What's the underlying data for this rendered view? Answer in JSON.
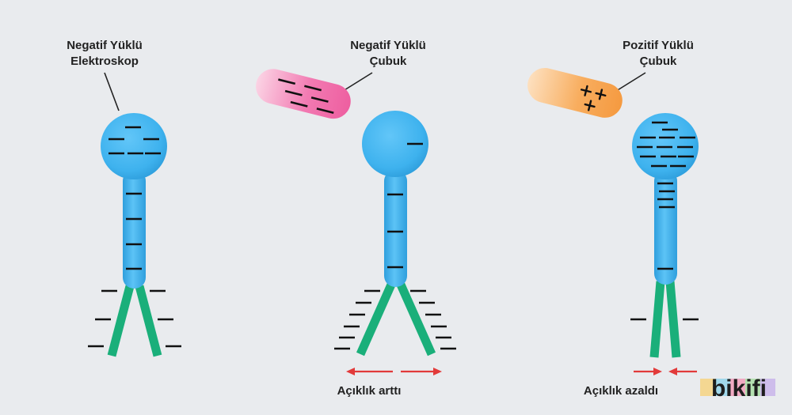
{
  "panels": {
    "left": {
      "label_line1": "Negatif Yüklü",
      "label_line2": "Elektroskop"
    },
    "middle": {
      "label_line1": "Negatif Yüklü",
      "label_line2": "Çubuk",
      "caption": "Açıklık arttı"
    },
    "right": {
      "label_line1": "Pozitif Yüklü",
      "label_line2": "Çubuk",
      "caption": "Açıklık azaldı"
    }
  },
  "logo": {
    "text": "bikifi"
  },
  "colors": {
    "sphere": "#3eb2ee",
    "leaves": "#1aaf7a",
    "negative_rod": "#f06aa8",
    "positive_rod": "#f7a04a",
    "arrows": "#e23a3a",
    "background": "#e9ebee"
  }
}
